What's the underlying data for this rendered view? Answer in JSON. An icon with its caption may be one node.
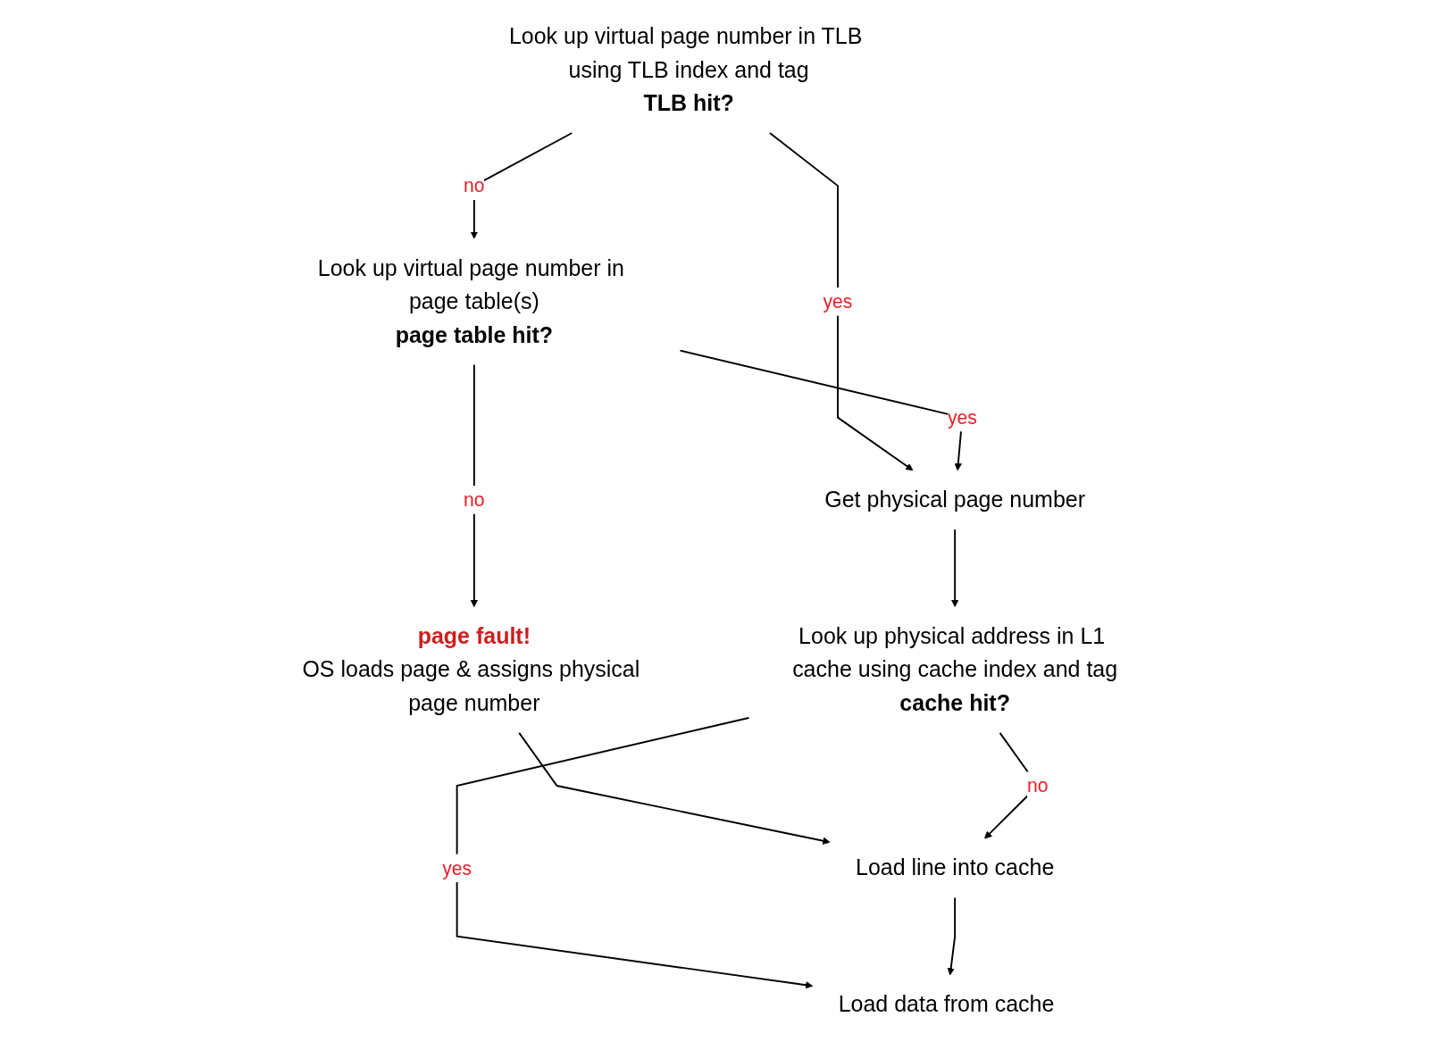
{
  "diagram": {
    "nodes": [
      {
        "text": [
          "Look up virtual page number in TLB using TLB index and tag",
          "TLB hit?"
        ]
      },
      {
        "text": [
          "Look up virtual page number in page table(s)",
          "page table hit?"
        ]
      },
      {
        "text": [
          "Get physical page number"
        ]
      },
      {
        "text": [
          "page fault!",
          "OS loads page & assigns physical page number"
        ]
      },
      {
        "text": [
          "Look up physical address in L1 cache using cache index and tag",
          "cache hit?"
        ]
      },
      {
        "text": [
          "Load line into cache"
        ]
      },
      {
        "text": [
          "Load data from cache"
        ]
      }
    ],
    "edges": [
      {
        "from": 0,
        "to": 1,
        "label": "no",
        "arrow": "to"
      },
      {
        "from": 0,
        "to": 2,
        "label": "yes",
        "arrow": "to"
      },
      {
        "from": 1,
        "to": 2,
        "label": "yes",
        "arrow": "to"
      },
      {
        "from": 1,
        "to": 3,
        "label": "no",
        "arrow": "to"
      },
      {
        "from": 2,
        "to": 4,
        "arrow": "to"
      },
      {
        "from": 3,
        "to": 5,
        "arrow": "to"
      },
      {
        "from": 4,
        "to": 5,
        "label": "no",
        "arrow": "to"
      },
      {
        "from": 4,
        "to": 6,
        "label": "yes",
        "arrow": "to"
      },
      {
        "from": 5,
        "to": 6,
        "arrow": "to"
      }
    ]
  }
}
